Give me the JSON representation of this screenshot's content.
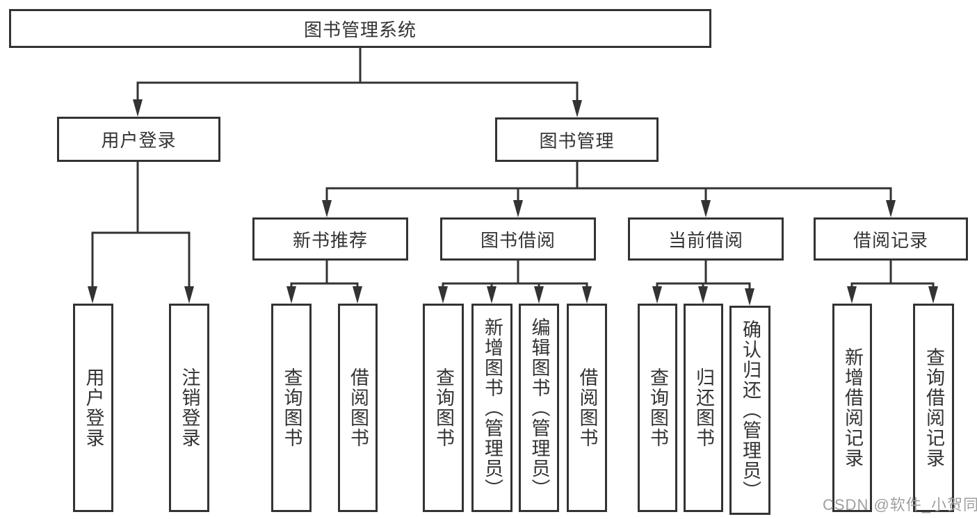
{
  "tree": {
    "label": "图书管理系统",
    "children": [
      {
        "label": "用户登录",
        "children": [
          {
            "label": "用户登录"
          },
          {
            "label": "注销登录"
          }
        ]
      },
      {
        "label": "图书管理",
        "children": [
          {
            "label": "新书推荐",
            "children": [
              {
                "label": "查询图书"
              },
              {
                "label": "借阅图书"
              }
            ]
          },
          {
            "label": "图书借阅",
            "children": [
              {
                "label": "查询图书"
              },
              {
                "label": "新增图书（管理员）"
              },
              {
                "label": "编辑图书（管理员）"
              },
              {
                "label": "借阅图书"
              }
            ]
          },
          {
            "label": "当前借阅",
            "children": [
              {
                "label": "查询图书"
              },
              {
                "label": "归还图书"
              },
              {
                "label": "确认归还（管理员）"
              }
            ]
          },
          {
            "label": "借阅记录",
            "children": [
              {
                "label": "新增借阅记录"
              },
              {
                "label": "查询借阅记录"
              }
            ]
          }
        ]
      }
    ]
  },
  "watermark": {
    "text": "CSDN @软件_小贺同学"
  },
  "colors": {
    "line": "#333333",
    "text": "#333333",
    "watermark": "#9f9f9f",
    "background": "#ffffff"
  }
}
